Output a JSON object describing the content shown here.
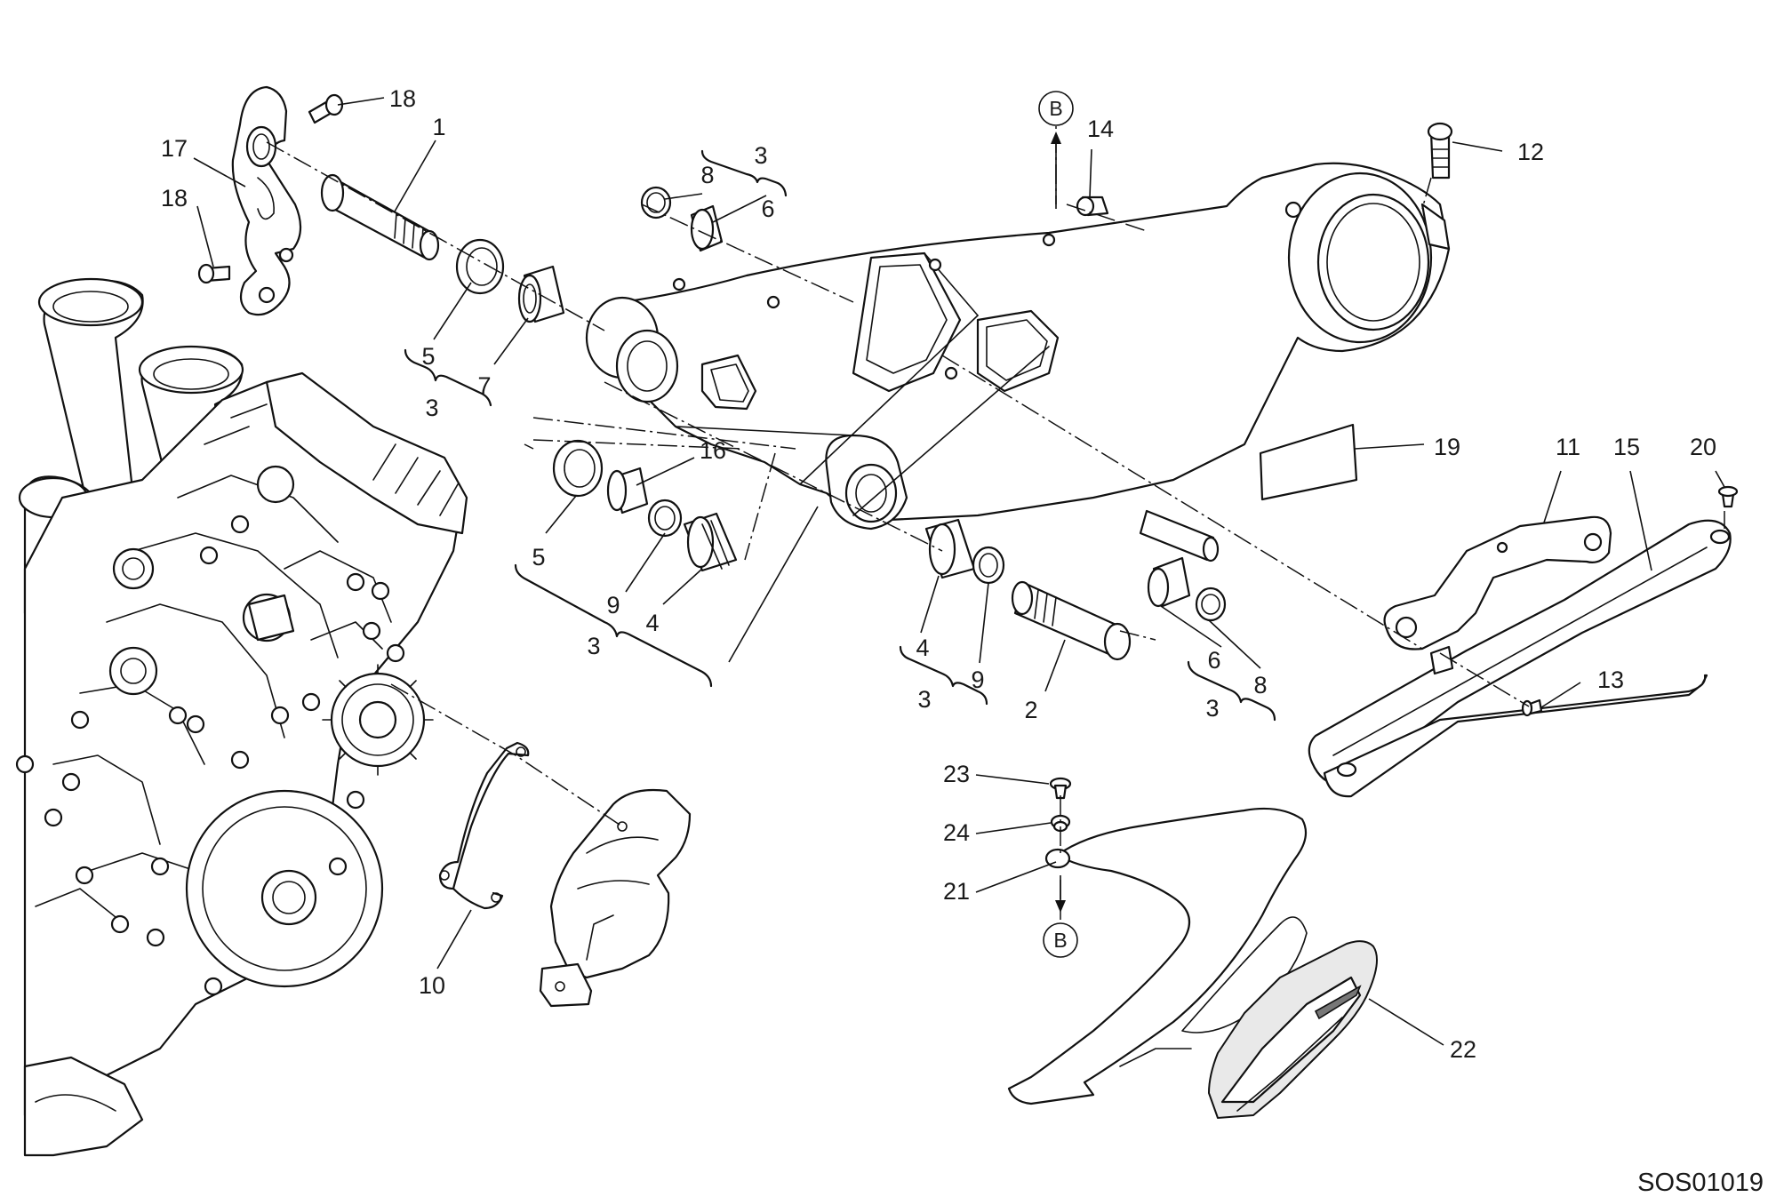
{
  "diagram": {
    "code": "SOS01019",
    "callouts": [
      {
        "label": "1"
      },
      {
        "label": "18"
      },
      {
        "label": "17"
      },
      {
        "label": "18"
      },
      {
        "label": "3"
      },
      {
        "label": "8"
      },
      {
        "label": "6"
      },
      {
        "label": "5"
      },
      {
        "label": "7"
      },
      {
        "label": "3"
      },
      {
        "label": "16"
      },
      {
        "label": "5"
      },
      {
        "label": "9"
      },
      {
        "label": "4"
      },
      {
        "label": "3"
      },
      {
        "label": "14"
      },
      {
        "label": "12"
      },
      {
        "label": "19"
      },
      {
        "label": "11"
      },
      {
        "label": "15"
      },
      {
        "label": "20"
      },
      {
        "label": "4"
      },
      {
        "label": "9"
      },
      {
        "label": "3"
      },
      {
        "label": "2"
      },
      {
        "label": "6"
      },
      {
        "label": "8"
      },
      {
        "label": "3"
      },
      {
        "label": "13"
      },
      {
        "label": "23"
      },
      {
        "label": "24"
      },
      {
        "label": "21"
      },
      {
        "label": "10"
      },
      {
        "label": "22"
      }
    ],
    "references": [
      {
        "letter": "B"
      },
      {
        "letter": "B"
      }
    ]
  }
}
